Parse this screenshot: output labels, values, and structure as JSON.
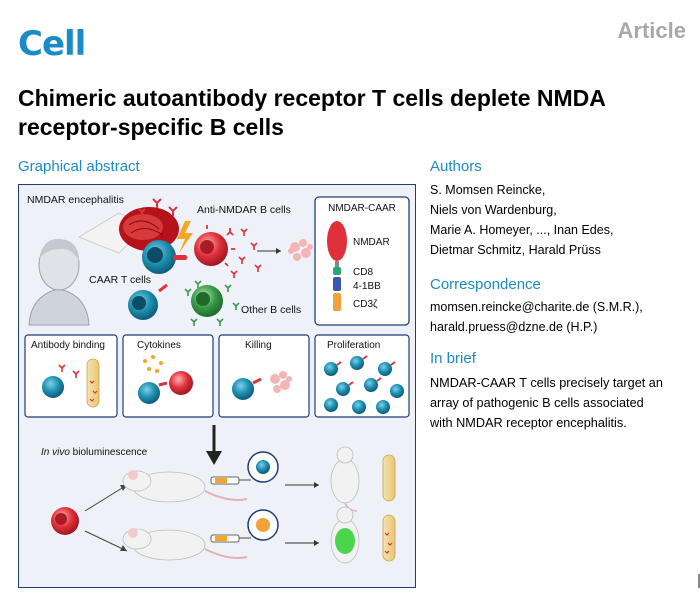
{
  "header": {
    "journal": "Cell",
    "article_type": "Article",
    "title": "Chimeric autoantibody receptor T cells deplete NMDA receptor-specific B cells"
  },
  "graphical_abstract": {
    "heading": "Graphical abstract",
    "labels": {
      "encephalitis": "NMDAR encephalitis",
      "anti_b": "Anti-NMDAR B cells",
      "caar_t": "CAAR T cells",
      "other_b": "Other B cells",
      "caar_box": "NMDAR-CAAR",
      "nmdar": "NMDAR",
      "cd8": "CD8",
      "bb": "4-1BB",
      "cd3z": "CD3ζ",
      "panel1": "Antibody binding",
      "panel2": "Cytokines",
      "panel3": "Killing",
      "panel4": "Proliferation",
      "in_vivo_italic": "In vivo",
      "in_vivo_rest": " bioluminescence"
    }
  },
  "authors": {
    "heading": "Authors",
    "lines": [
      "S. Momsen Reincke,",
      "Niels von Wardenburg,",
      "Marie A. Homeyer, ..., Inan Edes,",
      "Dietmar Schmitz, Harald Prüss"
    ]
  },
  "correspondence": {
    "heading": "Correspondence",
    "lines": [
      "momsen.reincke@charite.de (S.M.R.),",
      "harald.pruess@dzne.de (H.P.)"
    ]
  },
  "in_brief": {
    "heading": "In brief",
    "lines": [
      "NMDAR-CAAR T cells precisely target an",
      "array of pathogenic B cells associated",
      "with NMDAR receptor encephalitis."
    ]
  },
  "colors": {
    "brand_blue": "#1a8bc6",
    "box_navy": "#1e3f73",
    "tcell_teal": "#1e8fb0",
    "bcell_red": "#e0313b",
    "other_bcell_green": "#3a9a4a"
  }
}
